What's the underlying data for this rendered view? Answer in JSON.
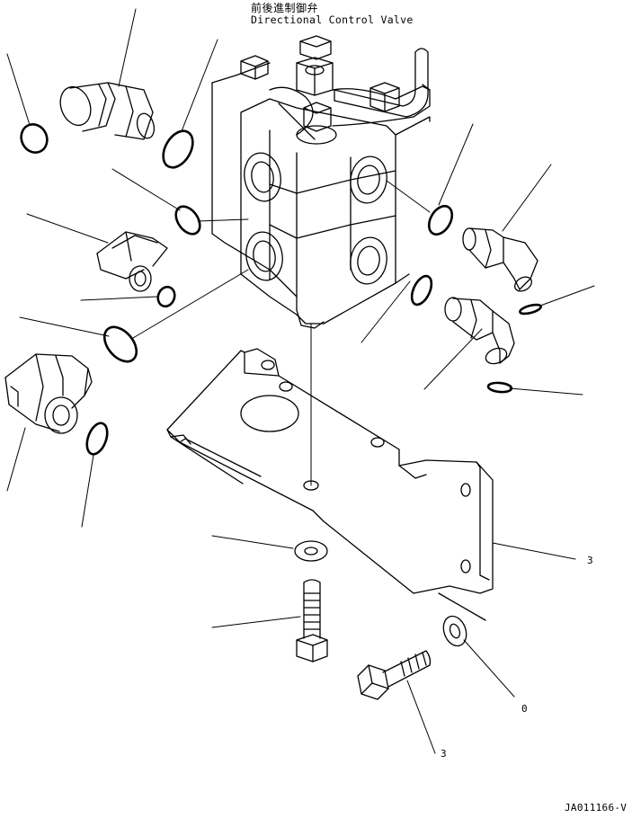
{
  "title": {
    "japanese": "前後進制御弁",
    "english": "Directional Control Valve"
  },
  "callouts": {
    "bracket": "3",
    "washer_small": "0",
    "bolt_small": "3"
  },
  "drawing_code": "JA011166-V"
}
